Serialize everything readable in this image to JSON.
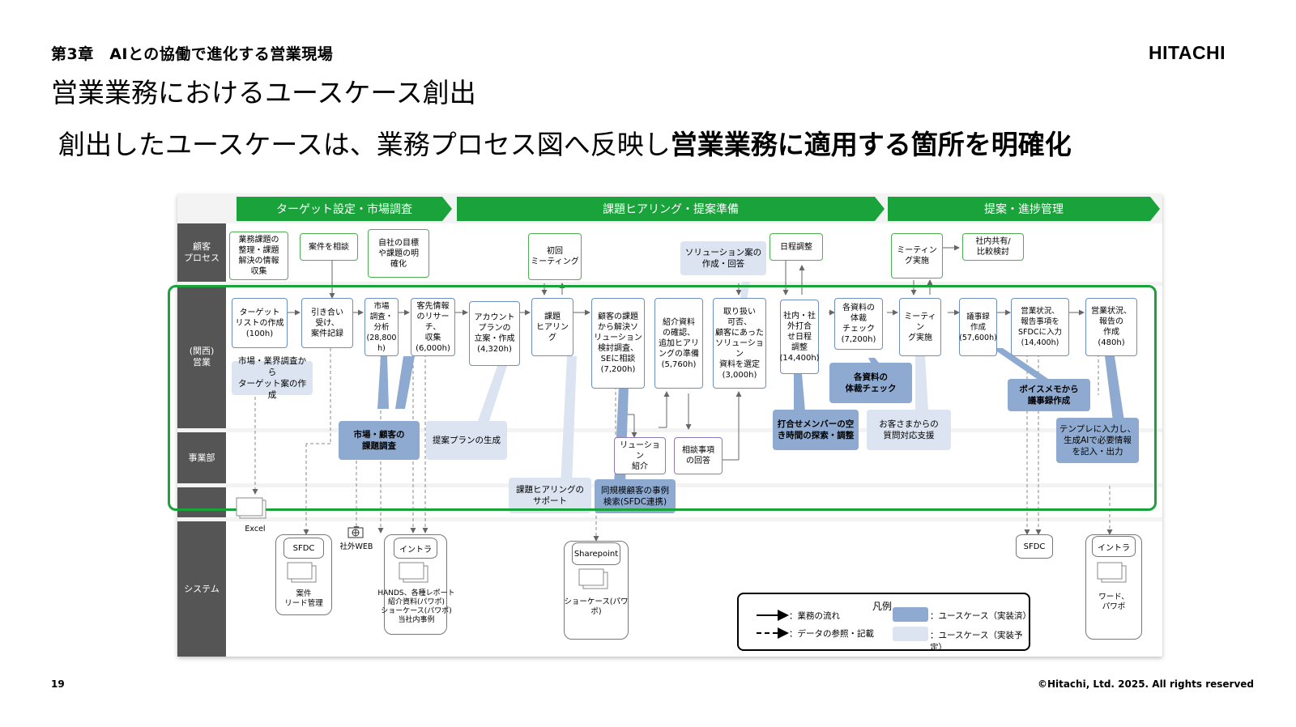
{
  "header": {
    "chapter": "第3章　AIとの協働で進化する営業現場",
    "logo": "HITACHI",
    "title": "営業業務におけるユースケース創出",
    "subtitle_plain": "創出したユースケースは、業務プロセス図へ反映し",
    "subtitle_bold": "営業業務に適用する箇所を明確化"
  },
  "footer": {
    "page_number": "19",
    "copyright": "©Hitachi, Ltd. 2025. All rights reserved"
  },
  "phases": [
    "ターゲット設定・市場調査",
    "課題ヒアリング・提案準備",
    "提案・進捗管理"
  ],
  "lanes": {
    "customer": "顧客\nプロセス",
    "sales": "(関西)\n営業",
    "division": "事業部",
    "system": "システム"
  },
  "customer_steps": {
    "c1": "業務課題の\n整理・課題\n解決の情報\n収集",
    "c2": "案件を相談",
    "c3": "自社の目標\nや課題の明\n確化",
    "c4": "初回\nミーティング",
    "c5": "ソリューション案の\n作成・回答",
    "c6": "日程調整",
    "c7": "ミーティン\nグ実施",
    "c8": "社内共有/\n比較検討"
  },
  "sales_steps": {
    "s1": "ターゲット\nリストの作成\n(100h)",
    "s2": "引き合い\n受け、\n案件記録",
    "s3": "市場\n調査・\n分析\n(28,800\nh)",
    "s4": "客先情報\nのリサーチ、\n収集\n(6,000h)",
    "s5": "アカウント\nプランの\n立案・作成\n(4,320h)",
    "s6": "課題\nヒアリング",
    "s7": "顧客の課題\nから解決ソ\nリューション\n検討調査、\nSEに相談\n(7,200h)",
    "s8": "紹介資料\nの確認、\n追加ヒアリ\nングの準備\n(5,760h)",
    "s9": "取り扱い\n可否、\n顧客にあった\nソリューション\n資料を選定\n(3,000h)",
    "s10": "社内・社\n外打合\nせ日程\n調整\n(14,400h)",
    "s11": "各資料の\n体裁\nチェック\n(7,200h)",
    "s12": "ミーティン\nグ実施",
    "s13": "議事録\n作成\n(57,600h)",
    "s14": "営業状況、\n報告事項を\nSFDCに入力\n(14,400h)",
    "s15": "営業状況、\n報告の\n作成\n(480h)"
  },
  "division_steps": {
    "d1": "リューション\n紹介",
    "d2": "相談事項\nの回答"
  },
  "usecases_implemented": {
    "u1": "市場・顧客の\n課題調査",
    "u2": "同規模顧客の事例\n検索(SFDC連携)",
    "u3": "打合せメンバーの空\nき時間の探索・調整",
    "u4": "各資料の\n体裁チェック",
    "u5": "ボイスメモから\n議事録作成",
    "u6": "テンプレに入力し、\n生成AIで必要情報\nを記入・出力"
  },
  "usecases_planned": {
    "p1": "市場・業界調査から\nターゲット案の作成",
    "p2": "提案プランの生成",
    "p3": "課題ヒアリングの\nサポート",
    "p4": "お客さまからの\n質問対応支援"
  },
  "systems": {
    "excel": "Excel",
    "sfdc1": "SFDC",
    "sfdc1_doc": "案件\nリード管理",
    "web": "社外WEB",
    "intra1": "イントラ",
    "intra1_doc": "HANDS、各種レポート\n紹介資料(パワポ)\nショーケース(パワポ)\n当社内事例",
    "sharepoint": "Sharepoint",
    "sharepoint_doc": "ショーケース(パワポ)",
    "sfdc2": "SFDC",
    "intra2": "イントラ",
    "intra2_doc": "ワード、\nパワポ"
  },
  "legend": {
    "title": "凡例",
    "flow": "：業務の流れ",
    "ref": "：データの参照・記載",
    "impl": "：ユースケース（実装済）",
    "plan": "：ユースケース（実装予定）"
  },
  "colors": {
    "phase_green": "#1aa33a",
    "usecase_implemented": "#8eaad0",
    "usecase_planned": "#dbe4f0",
    "lane_label": "#555555"
  }
}
